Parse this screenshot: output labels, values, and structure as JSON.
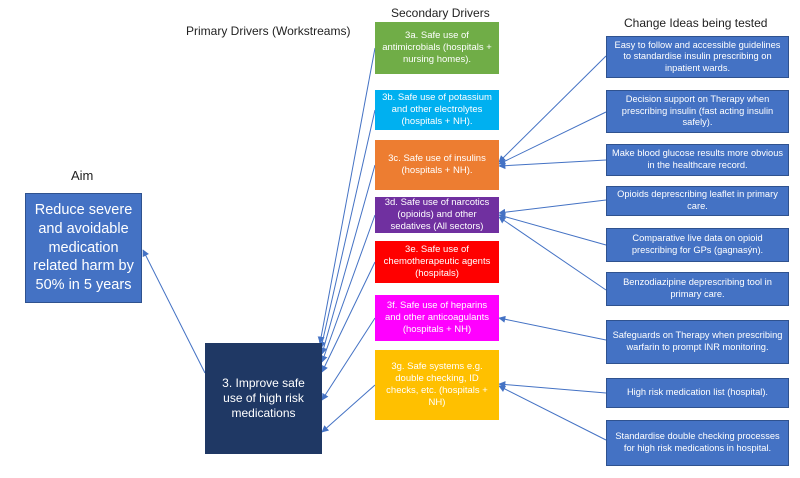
{
  "headers": {
    "aim": "Aim",
    "primary": "Primary Drivers (Workstreams)",
    "secondary": "Secondary Drivers",
    "change": "Change Ideas being tested"
  },
  "aim": {
    "text": "Reduce severe and avoidable medication related harm by 50% in 5 years"
  },
  "primary": {
    "text": "3. Improve safe use of high risk medications"
  },
  "secondary": [
    {
      "text": "3a. Safe use of antimicrobials (hospitals + nursing homes).",
      "color": "#70ad47"
    },
    {
      "text": "3b. Safe use of potassium and other electrolytes (hospitals + NH).",
      "color": "#00b0f0"
    },
    {
      "text": "3c. Safe use of insulins (hospitals + NH).",
      "color": "#ed7d31"
    },
    {
      "text": "3d. Safe use of narcotics (opioids) and other sedatives (All sectors)",
      "color": "#7030a0"
    },
    {
      "text": "3e. Safe use of chemotherapeutic agents (hospitals)",
      "color": "#ff0000"
    },
    {
      "text": "3f. Safe use of heparins and other anticoagulants (hospitals + NH)",
      "color": "#ff00ff"
    },
    {
      "text": "3g. Safe systems e.g. double checking, ID checks, etc. (hospitals + NH)",
      "color": "#ffc000"
    }
  ],
  "change_ideas": [
    {
      "text": "Easy to follow and accessible guidelines to standardise insulin prescribing on inpatient wards."
    },
    {
      "text": "Decision support on Therapy when prescribing insulin (fast acting insulin safely)."
    },
    {
      "text": "Make blood glucose results more obvious in the healthcare record."
    },
    {
      "text": "Opioids deprescribing leaflet in primary care."
    },
    {
      "text": "Comparative live data on opioid prescribing for GPs (gagnasýn)."
    },
    {
      "text": "Benzodiazipine deprescribing tool in primary care."
    },
    {
      "text": "Safeguards on Therapy when prescribing warfarin to prompt INR monitoring."
    },
    {
      "text": "High risk medication list (hospital)."
    },
    {
      "text": "Standardise double checking processes for high risk medications in hospital."
    }
  ],
  "colors": {
    "line": "#4472c4",
    "change_box": "#4472c4",
    "aim_box": "#4472c4",
    "primary_box": "#1f3864"
  }
}
